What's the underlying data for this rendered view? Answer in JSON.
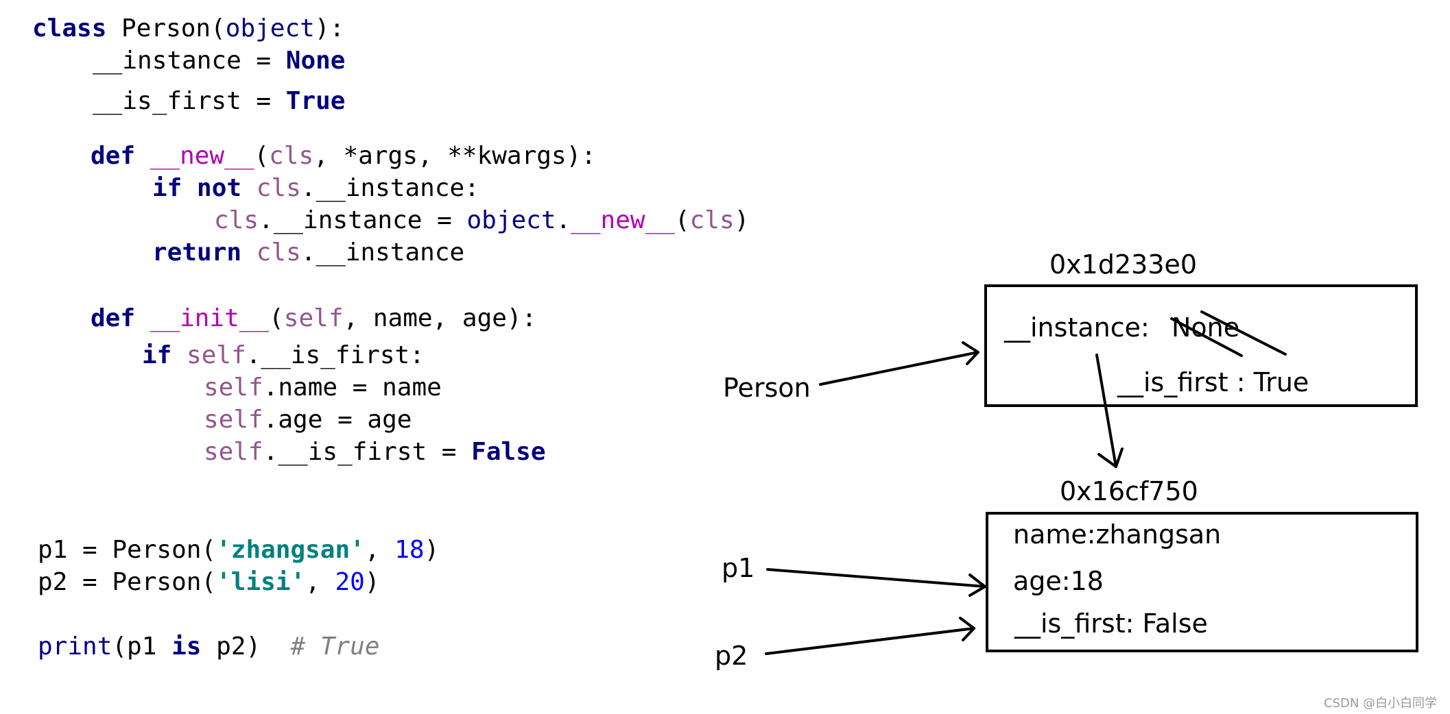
{
  "colors": {
    "keyword": "#000080",
    "builtin": "#000080",
    "magic": "#b200b2",
    "self": "#94558d",
    "string": "#008080",
    "number": "#0000ff",
    "comment": "#808080",
    "plain": "#000000",
    "line": "#000000"
  },
  "code": {
    "lines": [
      [
        {
          "t": "class",
          "c": "keyword",
          "b": true
        },
        {
          "t": " Person(",
          "c": "plain"
        },
        {
          "t": "object",
          "c": "builtin"
        },
        {
          "t": "):",
          "c": "plain"
        }
      ],
      [
        {
          "t": "__instance = ",
          "c": "plain"
        },
        {
          "t": "None",
          "c": "keyword",
          "b": true
        }
      ],
      [
        {
          "t": "__is_first = ",
          "c": "plain"
        },
        {
          "t": "True",
          "c": "keyword",
          "b": true
        }
      ],
      [
        {
          "t": "def",
          "c": "keyword",
          "b": true
        },
        {
          "t": " ",
          "c": "plain"
        },
        {
          "t": "__new__",
          "c": "magic"
        },
        {
          "t": "(",
          "c": "plain"
        },
        {
          "t": "cls",
          "c": "self"
        },
        {
          "t": ", *args, **kwargs):",
          "c": "plain"
        }
      ],
      [
        {
          "t": "if not",
          "c": "keyword",
          "b": true
        },
        {
          "t": " ",
          "c": "plain"
        },
        {
          "t": "cls",
          "c": "self"
        },
        {
          "t": ".__instance:",
          "c": "plain"
        }
      ],
      [
        {
          "t": "cls",
          "c": "self"
        },
        {
          "t": ".__instance = ",
          "c": "plain"
        },
        {
          "t": "object",
          "c": "builtin"
        },
        {
          "t": ".",
          "c": "plain"
        },
        {
          "t": "__new__",
          "c": "magic"
        },
        {
          "t": "(",
          "c": "plain"
        },
        {
          "t": "cls",
          "c": "self"
        },
        {
          "t": ")",
          "c": "plain"
        }
      ],
      [
        {
          "t": "return",
          "c": "keyword",
          "b": true
        },
        {
          "t": " ",
          "c": "plain"
        },
        {
          "t": "cls",
          "c": "self"
        },
        {
          "t": ".__instance",
          "c": "plain"
        }
      ],
      [
        {
          "t": "def",
          "c": "keyword",
          "b": true
        },
        {
          "t": " ",
          "c": "plain"
        },
        {
          "t": "__init__",
          "c": "magic"
        },
        {
          "t": "(",
          "c": "plain"
        },
        {
          "t": "self",
          "c": "self"
        },
        {
          "t": ", name, age):",
          "c": "plain"
        }
      ],
      [
        {
          "t": "if",
          "c": "keyword",
          "b": true
        },
        {
          "t": " ",
          "c": "plain"
        },
        {
          "t": "self",
          "c": "self"
        },
        {
          "t": ".__is_first:",
          "c": "plain"
        }
      ],
      [
        {
          "t": "self",
          "c": "self"
        },
        {
          "t": ".name = name",
          "c": "plain"
        }
      ],
      [
        {
          "t": "self",
          "c": "self"
        },
        {
          "t": ".age = age",
          "c": "plain"
        }
      ],
      [
        {
          "t": "self",
          "c": "self"
        },
        {
          "t": ".__is_first = ",
          "c": "plain"
        },
        {
          "t": "False",
          "c": "keyword",
          "b": true
        }
      ],
      [
        {
          "t": "p1 = Person(",
          "c": "plain"
        },
        {
          "t": "'zhangsan'",
          "c": "string",
          "b": true
        },
        {
          "t": ", ",
          "c": "plain"
        },
        {
          "t": "18",
          "c": "number"
        },
        {
          "t": ")",
          "c": "plain"
        }
      ],
      [
        {
          "t": "p2 = Person(",
          "c": "plain"
        },
        {
          "t": "'lisi'",
          "c": "string",
          "b": true
        },
        {
          "t": ", ",
          "c": "plain"
        },
        {
          "t": "20",
          "c": "number"
        },
        {
          "t": ")",
          "c": "plain"
        }
      ],
      [
        {
          "t": "print",
          "c": "builtin"
        },
        {
          "t": "(p1 ",
          "c": "plain"
        },
        {
          "t": "is",
          "c": "keyword",
          "b": true
        },
        {
          "t": " p2)  ",
          "c": "plain"
        },
        {
          "t": "# True",
          "c": "comment",
          "i": true
        }
      ]
    ]
  },
  "diagram": {
    "class_object": {
      "address": "0x1d233e0",
      "instance_label": "__instance:",
      "instance_old_value": "None",
      "is_first_label": "__is_first : True"
    },
    "instance_object": {
      "address": "0x16cf750",
      "name_attr": "name:zhangsan",
      "age_attr": "age:18",
      "is_first_attr": "__is_first: False"
    },
    "refs": {
      "person": "Person",
      "p1": "p1",
      "p2": "p2"
    }
  },
  "watermark": "CSDN @白小白同学"
}
